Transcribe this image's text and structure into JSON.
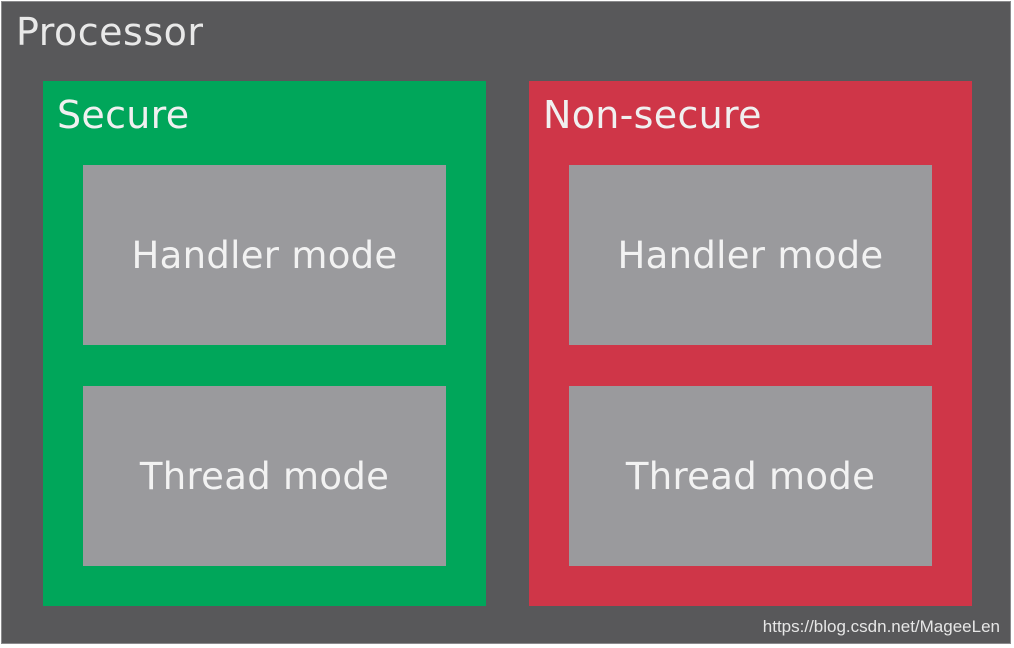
{
  "processor": {
    "title": "Processor",
    "color": "#58585a"
  },
  "worlds": [
    {
      "title": "Secure",
      "color": "#00a65a",
      "modes": [
        "Handler mode",
        "Thread mode"
      ]
    },
    {
      "title": "Non-secure",
      "color": "#cf3648",
      "modes": [
        "Handler mode",
        "Thread mode"
      ]
    }
  ],
  "mode_color": "#9a9a9d",
  "watermark": "https://blog.csdn.net/MageeLen"
}
